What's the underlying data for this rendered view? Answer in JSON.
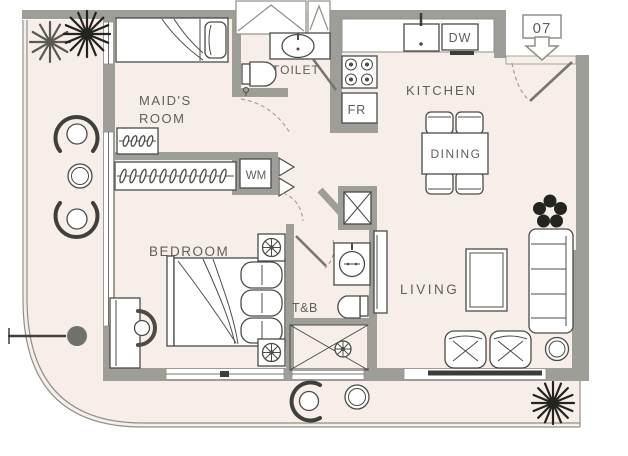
{
  "plan": {
    "entrance": {
      "unit_number": "07"
    },
    "rooms": {
      "maids_room": {
        "line1": "MAID'S",
        "line2": "ROOM"
      },
      "toilet": "TOILET",
      "kitchen": "KITCHEN",
      "dining": "DINING",
      "bedroom": "BEDROOM",
      "living": "LIVING",
      "toilet_bath": "T&B"
    },
    "appliances": {
      "washing_machine": "WM",
      "refrigerator": "FR",
      "dishwasher": "DW"
    },
    "colors": {
      "floor": "#f8eee9",
      "wall": "#9e9e98",
      "furniture_line": "#4b4b47",
      "plant_dark": "#23231f",
      "plant_light": "#5a5a54",
      "column": "#70706c",
      "label_text": "#5f5f5a",
      "unit_number_text": "#8b8b85"
    }
  }
}
